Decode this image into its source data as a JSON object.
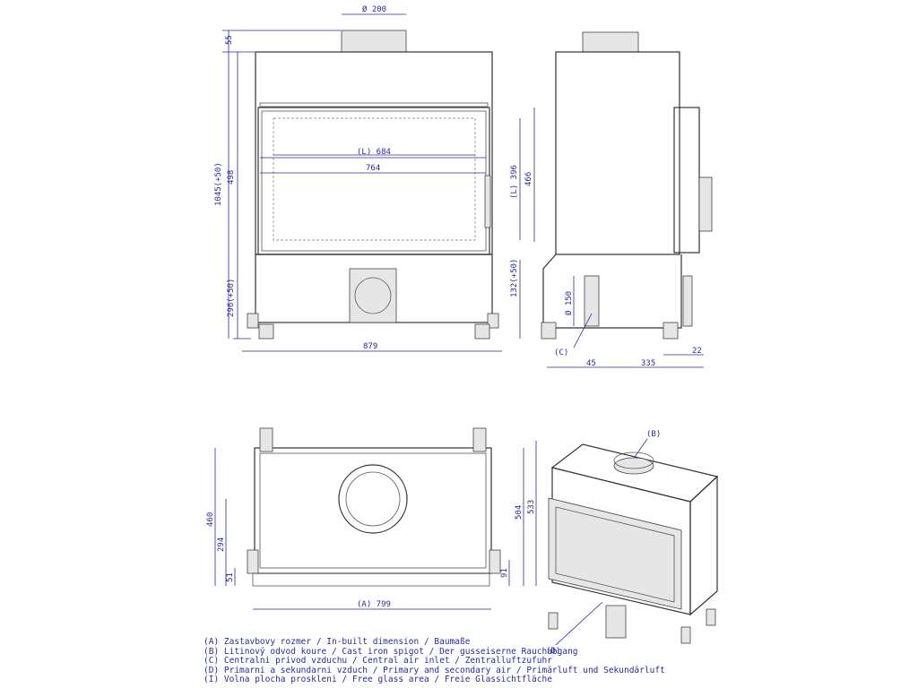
{
  "dimensions": {
    "front": {
      "flue_diameter": "Ø 200",
      "top": "55",
      "total_height": "1045(+50)",
      "door_height": "498",
      "lower_height": "296(+50)",
      "glass_width": "(L) 684",
      "door_width": "764",
      "glass_height": "(L) 396",
      "door_outer_height": "466",
      "air_inlet_height": "132(+50)",
      "total_width": "879"
    },
    "side": {
      "air_diameter": "Ø 150",
      "label_c": "(C)",
      "offset": "45",
      "depth": "335",
      "rear": "22"
    },
    "top_view": {
      "width": "(A) 799",
      "depth_460": "460",
      "depth_294": "294",
      "depth_51": "51",
      "depth_504": "504",
      "depth_533": "533",
      "depth_91": "91"
    },
    "iso": {
      "label_b": "(B)",
      "label_d": "(D)"
    }
  },
  "legend": [
    "(A)  Zastavbovy rozmer / In-built dimension / Baumaße",
    "(B)  Litinový odvod koure / Cast iron spigot / Der gusseiserne Rauchabgang",
    "(C)  Centralni privod vzduchu / Central air inlet / Zentralluftzufuhr",
    "(D)  Primarni a sekundarni vzduch / Primary and secondary air / Primärluft und Sekundärluft",
    "(I)  Volna plocha proskleni / Free glass area / Freie Glassichtfläche"
  ]
}
